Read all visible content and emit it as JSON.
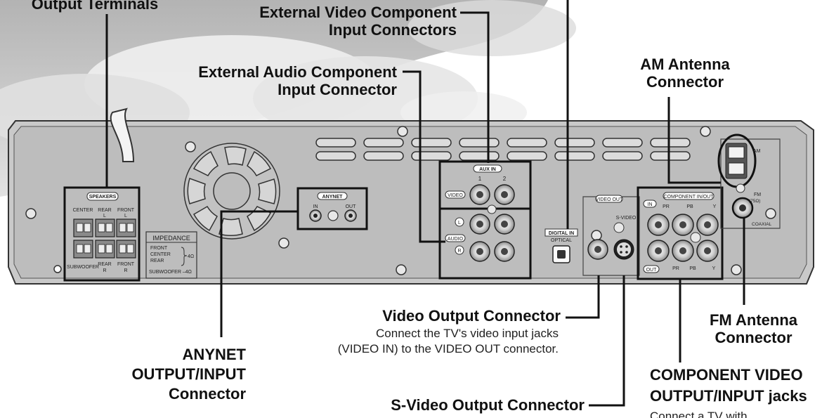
{
  "labels": {
    "speakers_output": "Output Terminals",
    "ext_video": [
      "External Video Component",
      "Input Connectors"
    ],
    "ext_audio": [
      "External Audio Component",
      "Input Connector"
    ],
    "am_antenna": [
      "AM Antenna",
      "Connector"
    ],
    "video_output": "Video Output Connector",
    "video_output_desc": [
      "Connect the TV's video input jacks",
      "(VIDEO IN) to the VIDEO OUT connector."
    ],
    "anynet": [
      "ANYNET",
      "OUTPUT/INPUT",
      "Connector"
    ],
    "svideo_output": "S-Video Output Connector",
    "fm_antenna": [
      "FM Antenna",
      "Connector"
    ],
    "component": [
      "COMPONENT VIDEO",
      "OUTPUT/INPUT jacks"
    ],
    "component_desc": "Connect a TV with"
  },
  "panel": {
    "speakers": "SPEAKERS",
    "speaker_top": [
      "CENTER",
      "REAR",
      "FRONT"
    ],
    "speaker_top_sub": [
      "",
      "L",
      "L"
    ],
    "speaker_bottom": [
      "SUBWOOFER",
      "REAR",
      "FRONT"
    ],
    "speaker_bottom_sub": [
      "",
      "R",
      "R"
    ],
    "impedance": "IMPEDANCE",
    "impedance_lines": [
      "FRONT",
      "CENTER",
      "REAR"
    ],
    "impedance_value": "4Ω",
    "subwoofer_imp": "SUBWOOFER –4Ω",
    "anynet": "ANYNET",
    "anynet_in": "IN",
    "anynet_out": "OUT",
    "aux_in": "AUX IN",
    "aux_1": "1",
    "aux_2": "2",
    "video": "VIDEO",
    "audio": "AUDIO",
    "audio_l": "L",
    "audio_r": "R",
    "digital_in": "DIGITAL IN",
    "optical": "OPTICAL",
    "video_out": "VIDEO OUT",
    "s_video": "S-VIDEO",
    "component": "COMPONENT IN/OUT",
    "comp_in": "IN",
    "comp_out": "OUT",
    "pr": "PR",
    "pb": "PB",
    "y": "Y",
    "am": "AM",
    "fm": "FM",
    "fm_ohm": "(75Ω)",
    "coaxial": "COAXIAL"
  }
}
